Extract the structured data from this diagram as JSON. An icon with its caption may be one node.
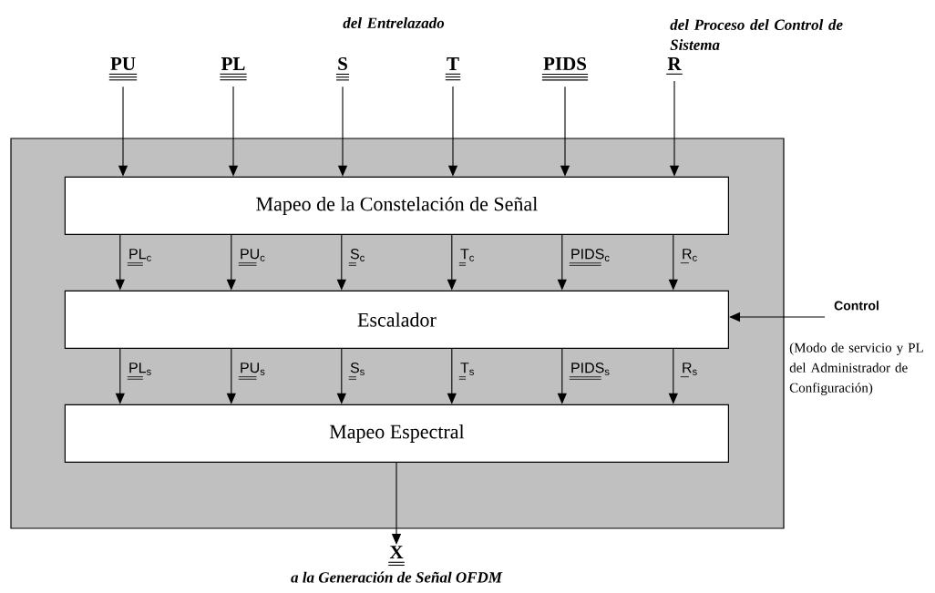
{
  "diagram": {
    "nodes": [
      {
        "text": [],
        "shape": "box"
      },
      {
        "text": [
          "Mapeo de la Constelación de Señal"
        ],
        "in": 0
      },
      {
        "text": [
          "Escalador"
        ],
        "in": 0
      },
      {
        "text": [
          "Mapeo Espectral"
        ],
        "in": 0
      },
      {
        "text": [
          "PU"
        ]
      },
      {
        "text": [
          "PL"
        ]
      },
      {
        "text": [
          "S"
        ]
      },
      {
        "text": [
          "T"
        ]
      },
      {
        "text": [
          "PIDS"
        ]
      },
      {
        "text": [
          "R"
        ]
      },
      {
        "text": [
          "X"
        ],
        "beside": [
          "a la Generación de Señal OFDM"
        ]
      }
    ],
    "edges": [
      {
        "from": 4,
        "to": 1,
        "arrow": "to"
      },
      {
        "from": 5,
        "to": 1,
        "arrow": "to"
      },
      {
        "from": 6,
        "to": 1,
        "arrow": "to"
      },
      {
        "from": 7,
        "to": 1,
        "arrow": "to"
      },
      {
        "from": 8,
        "to": 1,
        "arrow": "to"
      },
      {
        "from": 9,
        "to": 1,
        "arrow": "to"
      },
      {
        "from": 1,
        "to": 2,
        "arrow": "to",
        "label": "PL$_{c}$"
      },
      {
        "from": 1,
        "to": 2,
        "arrow": "to",
        "label": "PU$_{c}$"
      },
      {
        "from": 1,
        "to": 2,
        "arrow": "to",
        "label": "S$_{c}$"
      },
      {
        "from": 1,
        "to": 2,
        "arrow": "to",
        "label": "T$_{c}$"
      },
      {
        "from": 1,
        "to": 2,
        "arrow": "to",
        "label": "PIDS$_{c}$"
      },
      {
        "from": 1,
        "to": 2,
        "arrow": "to",
        "label": "R$_{c}$"
      },
      {
        "from": 2,
        "to": 3,
        "arrow": "to",
        "label": "PL$_{s}$"
      },
      {
        "from": 2,
        "to": 3,
        "arrow": "to",
        "label": "PU$_{s}$"
      },
      {
        "from": 2,
        "to": 3,
        "arrow": "to",
        "label": "S$_{s}$"
      },
      {
        "from": 2,
        "to": 3,
        "arrow": "to",
        "label": "T$_{s}$"
      },
      {
        "from": 2,
        "to": 3,
        "arrow": "to",
        "label": "PIDS$_{s}$"
      },
      {
        "from": 2,
        "to": 3,
        "arrow": "to",
        "label": "R$_{s}$"
      },
      {
        "from": 3,
        "to": 10,
        "arrow": "to"
      },
      {
        "from": null,
        "to": 2,
        "arrow": "to",
        "label": "Control"
      }
    ],
    "labels": [
      "del Entrelazado",
      "del Proceso del Control de Sistema",
      "(Modo de servicio y PL del Administrador de Configuración)"
    ]
  }
}
